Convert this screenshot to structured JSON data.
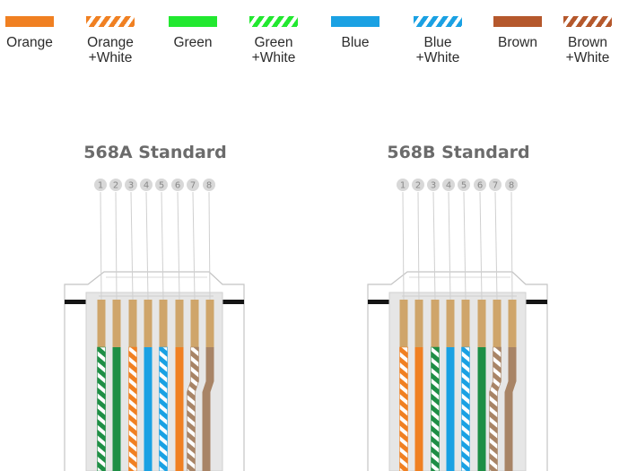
{
  "legend": [
    {
      "label": "Orange",
      "color": "#f08022",
      "striped": false
    },
    {
      "label": "Orange\n+White",
      "color": "#f08022",
      "striped": true
    },
    {
      "label": "Green",
      "color": "#22e830",
      "striped": false
    },
    {
      "label": "Green\n+White",
      "color": "#22e830",
      "striped": true
    },
    {
      "label": "Blue",
      "color": "#1aa1e3",
      "striped": false
    },
    {
      "label": "Blue\n+White",
      "color": "#1aa1e3",
      "striped": true
    },
    {
      "label": "Brown",
      "color": "#b5582c",
      "striped": false
    },
    {
      "label": "Brown\n+White",
      "color": "#b5582c",
      "striped": true
    }
  ],
  "wire_colors": {
    "green": "#1e8e45",
    "orange": "#f08022",
    "blue": "#1aa1e3",
    "brown": "#a88466",
    "contact": "#cfa56a"
  },
  "standards": [
    {
      "title": "568A Standard",
      "pins": [
        {
          "number": "1",
          "wire": "green",
          "striped": true
        },
        {
          "number": "2",
          "wire": "green",
          "striped": false
        },
        {
          "number": "3",
          "wire": "orange",
          "striped": true
        },
        {
          "number": "4",
          "wire": "blue",
          "striped": false
        },
        {
          "number": "5",
          "wire": "blue",
          "striped": true
        },
        {
          "number": "6",
          "wire": "orange",
          "striped": false
        },
        {
          "number": "7",
          "wire": "brown",
          "striped": true
        },
        {
          "number": "8",
          "wire": "brown",
          "striped": false
        }
      ]
    },
    {
      "title": "568B Standard",
      "pins": [
        {
          "number": "1",
          "wire": "orange",
          "striped": true
        },
        {
          "number": "2",
          "wire": "orange",
          "striped": false
        },
        {
          "number": "3",
          "wire": "green",
          "striped": true
        },
        {
          "number": "4",
          "wire": "blue",
          "striped": false
        },
        {
          "number": "5",
          "wire": "blue",
          "striped": true
        },
        {
          "number": "6",
          "wire": "green",
          "striped": false
        },
        {
          "number": "7",
          "wire": "brown",
          "striped": true
        },
        {
          "number": "8",
          "wire": "brown",
          "striped": false
        }
      ]
    }
  ]
}
